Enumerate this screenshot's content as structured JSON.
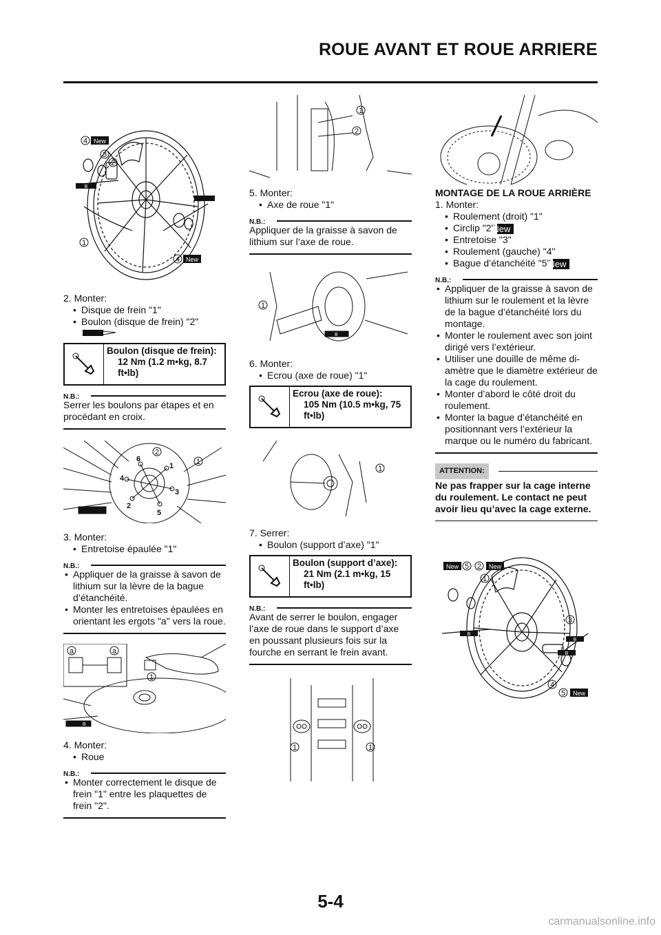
{
  "header": {
    "title": "ROUE AVANT ET ROUE ARRIERE"
  },
  "footer": {
    "page_number": "5-4",
    "watermark": "carmanualsonline.info"
  },
  "labels": {
    "new": "New",
    "nb": "N.B.:"
  },
  "col1": {
    "fig1": {
      "c1": "1",
      "c2": "2",
      "c3": "3",
      "c4": "4",
      "c4b": "4",
      "b": "B"
    },
    "step2": {
      "title": "2.  Monter:",
      "b1": "Disque de frein \"1\"",
      "b2": "Boulon (disque de frein) \"2\""
    },
    "spec1": {
      "title": "Boulon (disque de frein):",
      "value": "12 Nm (1.2 m•kg, 8.7",
      "value2": "ft•lb)"
    },
    "nb1": "Serrer les boulons par étapes et en procédant en croix.",
    "fig2": {
      "n1": "1",
      "n2": "2",
      "n3": "3",
      "n4": "4",
      "n5": "5",
      "n6": "6",
      "c1": "1",
      "c2": "2"
    },
    "step3": {
      "title": "3.  Monter:",
      "b1": "Entretoise épaulée \"1\""
    },
    "nb3": {
      "b1": "Appliquer de la graisse à savon de lithium sur la lèvre de la bague d’étanchéité.",
      "b2": "Monter les entretoises épaulées en orientant les ergots \"a\" vers la roue."
    },
    "fig3": {
      "a1": "a",
      "a2": "a",
      "c1": "1",
      "b": "B"
    },
    "step4": {
      "title": "4.  Monter:",
      "b1": "Roue"
    },
    "nb4": {
      "b1": "Monter correctement le disque de frein \"1\" entre les plaquettes de frein \"2\"."
    }
  },
  "col2": {
    "fig4": {
      "c1": "1",
      "c2": "2"
    },
    "step5": {
      "title": "5.  Monter:",
      "b1": "Axe de roue \"1\""
    },
    "nb5": "Appliquer de la graisse à savon de lithium sur l’axe de roue.",
    "fig5": {
      "c1": "1",
      "b": "B"
    },
    "step6": {
      "title": "6.  Monter:",
      "b1": "Ecrou (axe de roue) \"1\""
    },
    "spec2": {
      "title": "Ecrou (axe de roue):",
      "value": "105 Nm (10.5 m•kg, 75",
      "value2": "ft•lb)"
    },
    "fig6": {
      "c1": "1"
    },
    "step7": {
      "title": "7.  Serrer:",
      "b1": "Boulon (support d’axe) \"1\""
    },
    "spec3": {
      "title": "Boulon (support d’axe):",
      "value": "21 Nm (2.1 m•kg, 15",
      "value2": "ft•lb)"
    },
    "nb7": "Avant de serrer le boulon, engager l’axe de roue dans le support d’axe en poussant plusieurs fois sur la fourche en serrant le frein avant.",
    "fig7": {
      "c1": "1",
      "c2": "1"
    }
  },
  "col3": {
    "section_title": "MONTAGE DE LA ROUE ARRIÈRE",
    "step1": {
      "title": "1.  Monter:",
      "b1": "Roulement (droit) \"1\"",
      "b2": "Circlip \"2\"",
      "b3": "Entretoise \"3\"",
      "b4": "Roulement (gauche) \"4\"",
      "b5": "Bague d’étanchéité \"5\""
    },
    "nb": {
      "b1": "Appliquer de la graisse à savon de lithium sur le roulement et la lèvre de la bague d’étanchéité lors du montage.",
      "b2": "Monter le roulement avec son joint dirigé vers l’extérieur.",
      "b3": "Utiliser une douille de même di-amètre que le diamètre extérieur de la cage du roulement.",
      "b4": "Monter d’abord le côté droit du roulement.",
      "b5": "Monter la bague d’étanchéité en positionnant vers l’extérieur la marque ou le numéro du fabricant."
    },
    "attention": {
      "label": "ATTENTION:",
      "text": "Ne pas frapper sur la cage interne du roulement. Le contact ne peut avoir lieu qu’avec la cage externe."
    },
    "fig9": {
      "c1": "1",
      "c2": "2",
      "c3": "3",
      "c4": "4",
      "c5": "5",
      "c5b": "5",
      "b1": "B",
      "b2": "B",
      "b3": "B"
    }
  }
}
